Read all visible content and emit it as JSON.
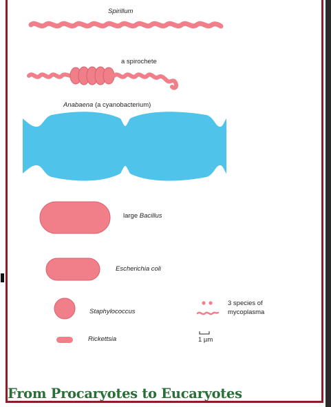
{
  "labels": {
    "spirillum": "Spirillum",
    "spirochete": "a spirochete",
    "anabaena_genus": "Anabaena",
    "anabaena_rest": " (a cyanobacterium)",
    "bacillus_prefix": "large ",
    "bacillus_genus": "Bacillus",
    "ecoli": "Escherichia coli",
    "staph": "Staphylococcus",
    "rickettsia": "Rickettsia",
    "myco_line1": "3 species of",
    "myco_line2": "mycoplasma",
    "scale": "1 µm"
  },
  "footer": {
    "title": "From Procaryotes to Eucaryotes"
  },
  "colors": {
    "cell_pink": "#f07f8a",
    "cell_pink_dark": "#d9606d",
    "cyano_blue": "#4fc3ea",
    "frame": "#8a1f2a",
    "title_green": "#2c6e3a"
  }
}
